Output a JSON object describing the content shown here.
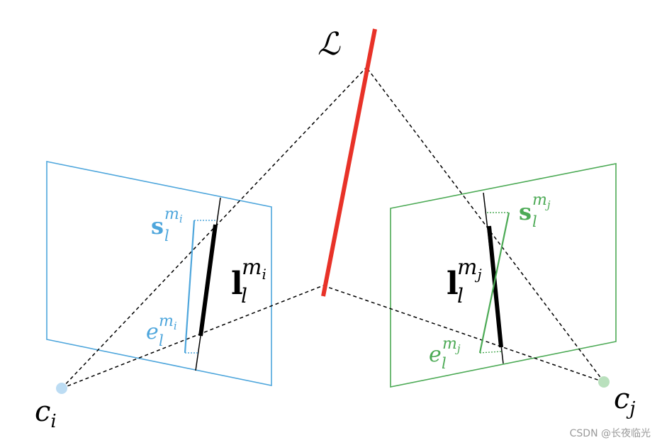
{
  "line_label": "ℒ",
  "camera_i": {
    "base": "c",
    "sub": "i",
    "color": "#bcdcf3"
  },
  "camera_j": {
    "base": "c",
    "sub": "j",
    "color": "#b9e0bd"
  },
  "left_plane": {
    "color": "#4ea6dc",
    "start_label": {
      "base": "s",
      "sub": "l",
      "sup_base": "m",
      "sup_sub": "i"
    },
    "end_label": {
      "base": "e",
      "sub": "l",
      "sup_base": "m",
      "sup_sub": "i"
    },
    "line_label": {
      "base": "l",
      "sub": "l",
      "sup_base": "m",
      "sup_sub": "i"
    }
  },
  "right_plane": {
    "color": "#4caa55",
    "start_label": {
      "base": "s",
      "sub": "l",
      "sup_base": "m",
      "sup_sub": "j"
    },
    "end_label": {
      "base": "e",
      "sub": "l",
      "sup_base": "m",
      "sup_sub": "j"
    },
    "line_label": {
      "base": "l",
      "sub": "l",
      "sup_base": "m",
      "sup_sub": "j"
    }
  },
  "line_color": "#e83228",
  "watermark": "CSDN @长夜临光"
}
